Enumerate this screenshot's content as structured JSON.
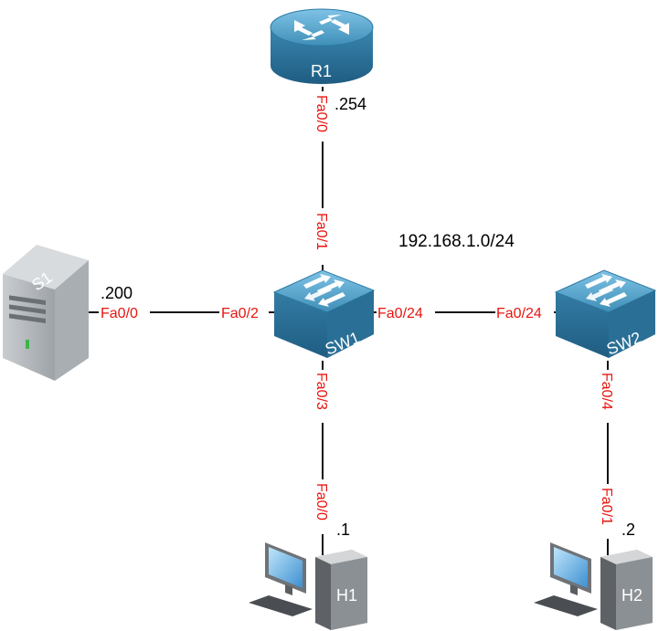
{
  "network": "192.168.1.0/24",
  "colors": {
    "port": "#e8150f",
    "device_blue": "#3f8fb8",
    "link": "#111111"
  },
  "devices": {
    "r1": {
      "name": "R1",
      "ip": ".254",
      "icon": "router-icon"
    },
    "sw1": {
      "name": "SW1",
      "icon": "switch-icon"
    },
    "sw2": {
      "name": "SW2",
      "icon": "switch-icon"
    },
    "s1": {
      "name": "S1",
      "ip": ".200",
      "icon": "server-icon"
    },
    "h1": {
      "name": "H1",
      "ip": ".1",
      "icon": "workstation-icon"
    },
    "h2": {
      "name": "H2",
      "ip": ".2",
      "icon": "workstation-icon"
    }
  },
  "links": {
    "r1_sw1": {
      "a_port": "Fa0/0",
      "b_port": "Fa0/1"
    },
    "s1_sw1": {
      "a_port": "Fa0/0",
      "b_port": "Fa0/2"
    },
    "sw1_sw2": {
      "a_port": "Fa0/24",
      "b_port": "Fa0/24"
    },
    "sw1_h1": {
      "a_port": "Fa0/3",
      "b_port": "Fa0/0"
    },
    "sw2_h2": {
      "a_port": "Fa0/4",
      "b_port": "Fa0/1"
    }
  }
}
